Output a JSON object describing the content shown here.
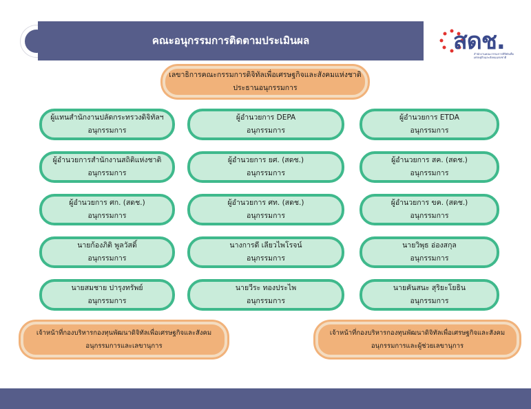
{
  "header": {
    "title": "คณะอนุกรรมการติดตามประเมินผล"
  },
  "logo": {
    "text": "สดช.",
    "subtitle": "สำนักงานคณะกรรมการดิจิทัลเพื่อเศรษฐกิจและสังคมแห่งชาติ"
  },
  "chair": {
    "line1": "เลขาธิการคณะกรรมการดิจิทัลเพื่อเศรษฐกิจและสังคมแห่งชาติ",
    "line2": "ประธานอนุกรรมการ"
  },
  "members": [
    {
      "line1": "ผู้แทนสำนักงานปลัดกระทรวงดิจิทัลฯ",
      "line2": "อนุกรรมการ"
    },
    {
      "line1": "ผู้อำนวยการ DEPA",
      "line2": "อนุกรรมการ"
    },
    {
      "line1": "ผู้อำนวยการ ETDA",
      "line2": "อนุกรรมการ"
    },
    {
      "line1": "ผู้อำนวยการสำนักงานสถิติแห่งชาติ",
      "line2": "อนุกรรมการ"
    },
    {
      "line1": "ผู้อำนวยการ ยศ. (สดช.)",
      "line2": "อนุกรรมการ"
    },
    {
      "line1": "ผู้อำนวยการ สค. (สดช.)",
      "line2": "อนุกรรมการ"
    },
    {
      "line1": "ผู้อำนวยการ ศก. (สดช.)",
      "line2": "อนุกรรมการ"
    },
    {
      "line1": "ผู้อำนวยการ ศท. (สดช.)",
      "line2": "อนุกรรมการ"
    },
    {
      "line1": "ผู้อำนวยการ ขค. (สดช.)",
      "line2": "อนุกรรมการ"
    },
    {
      "line1": "นายก้องภิติ พูลวัสดิ์",
      "line2": "อนุกรรมการ"
    },
    {
      "line1": "นางการดี เลียวไพโรจน์",
      "line2": "อนุกรรมการ"
    },
    {
      "line1": "นายวิพุธ อ่องสกุล",
      "line2": "อนุกรรมการ"
    },
    {
      "line1": "นายสมชาย ปารุงทรัพย์",
      "line2": "อนุกรรมการ"
    },
    {
      "line1": "นายวีระ ทองประไพ",
      "line2": "อนุกรรมการ"
    },
    {
      "line1": "นายคันสนะ สุริยะโยธิน",
      "line2": "อนุกรรมการ"
    }
  ],
  "secretary_left": {
    "line1": "เจ้าหน้าที่กองบริหารกองทุนพัฒนาดิจิทัลเพื่อเศรษฐกิจและสังคม",
    "line2": "อนุกรรมการและเลขานุการ"
  },
  "secretary_right": {
    "line1": "เจ้าหน้าที่กองบริหารกองทุนพัฒนาดิจิทัลเพื่อเศรษฐกิจและสังคม",
    "line2": "อนุกรรมการและผู้ช่วยเลขานุการ"
  },
  "colors": {
    "header": "#565d8a",
    "member_fill": "#c9ecda",
    "member_border": "#3fb98c",
    "officer_fill": "#f1b27a"
  }
}
